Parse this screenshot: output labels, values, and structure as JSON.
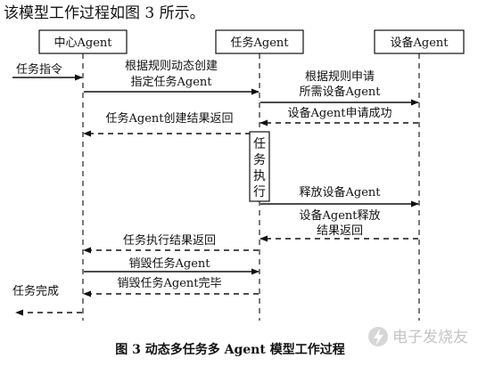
{
  "intro_text": "该模型工作过程如图 3 所示。",
  "lifelines": {
    "center": "中心Agent",
    "task": "任务Agent",
    "device": "设备Agent"
  },
  "messages": {
    "task_command": "任务指令",
    "create_line1": "根据规则动态创建",
    "create_line2": "指定任务Agent",
    "request_line1": "根据规则申请",
    "request_line2": "所需设备Agent",
    "request_success": "设备Agent申请成功",
    "create_result": "任务Agent创建结果返回",
    "task_exec_1": "任",
    "task_exec_2": "务",
    "task_exec_3": "执",
    "task_exec_4": "行",
    "release_device": "释放设备Agent",
    "release_line1": "设备Agent释放",
    "release_line2": "结果返回",
    "exec_result": "任务执行结果返回",
    "destroy_task": "销毁任务Agent",
    "destroy_done": "销毁任务Agent完毕",
    "task_complete": "任务完成"
  },
  "caption": "图 3    动态多任务多 Agent 模型工作过程",
  "watermark": {
    "text": "电子发烧友",
    "icon": "lightning-logo-icon"
  }
}
